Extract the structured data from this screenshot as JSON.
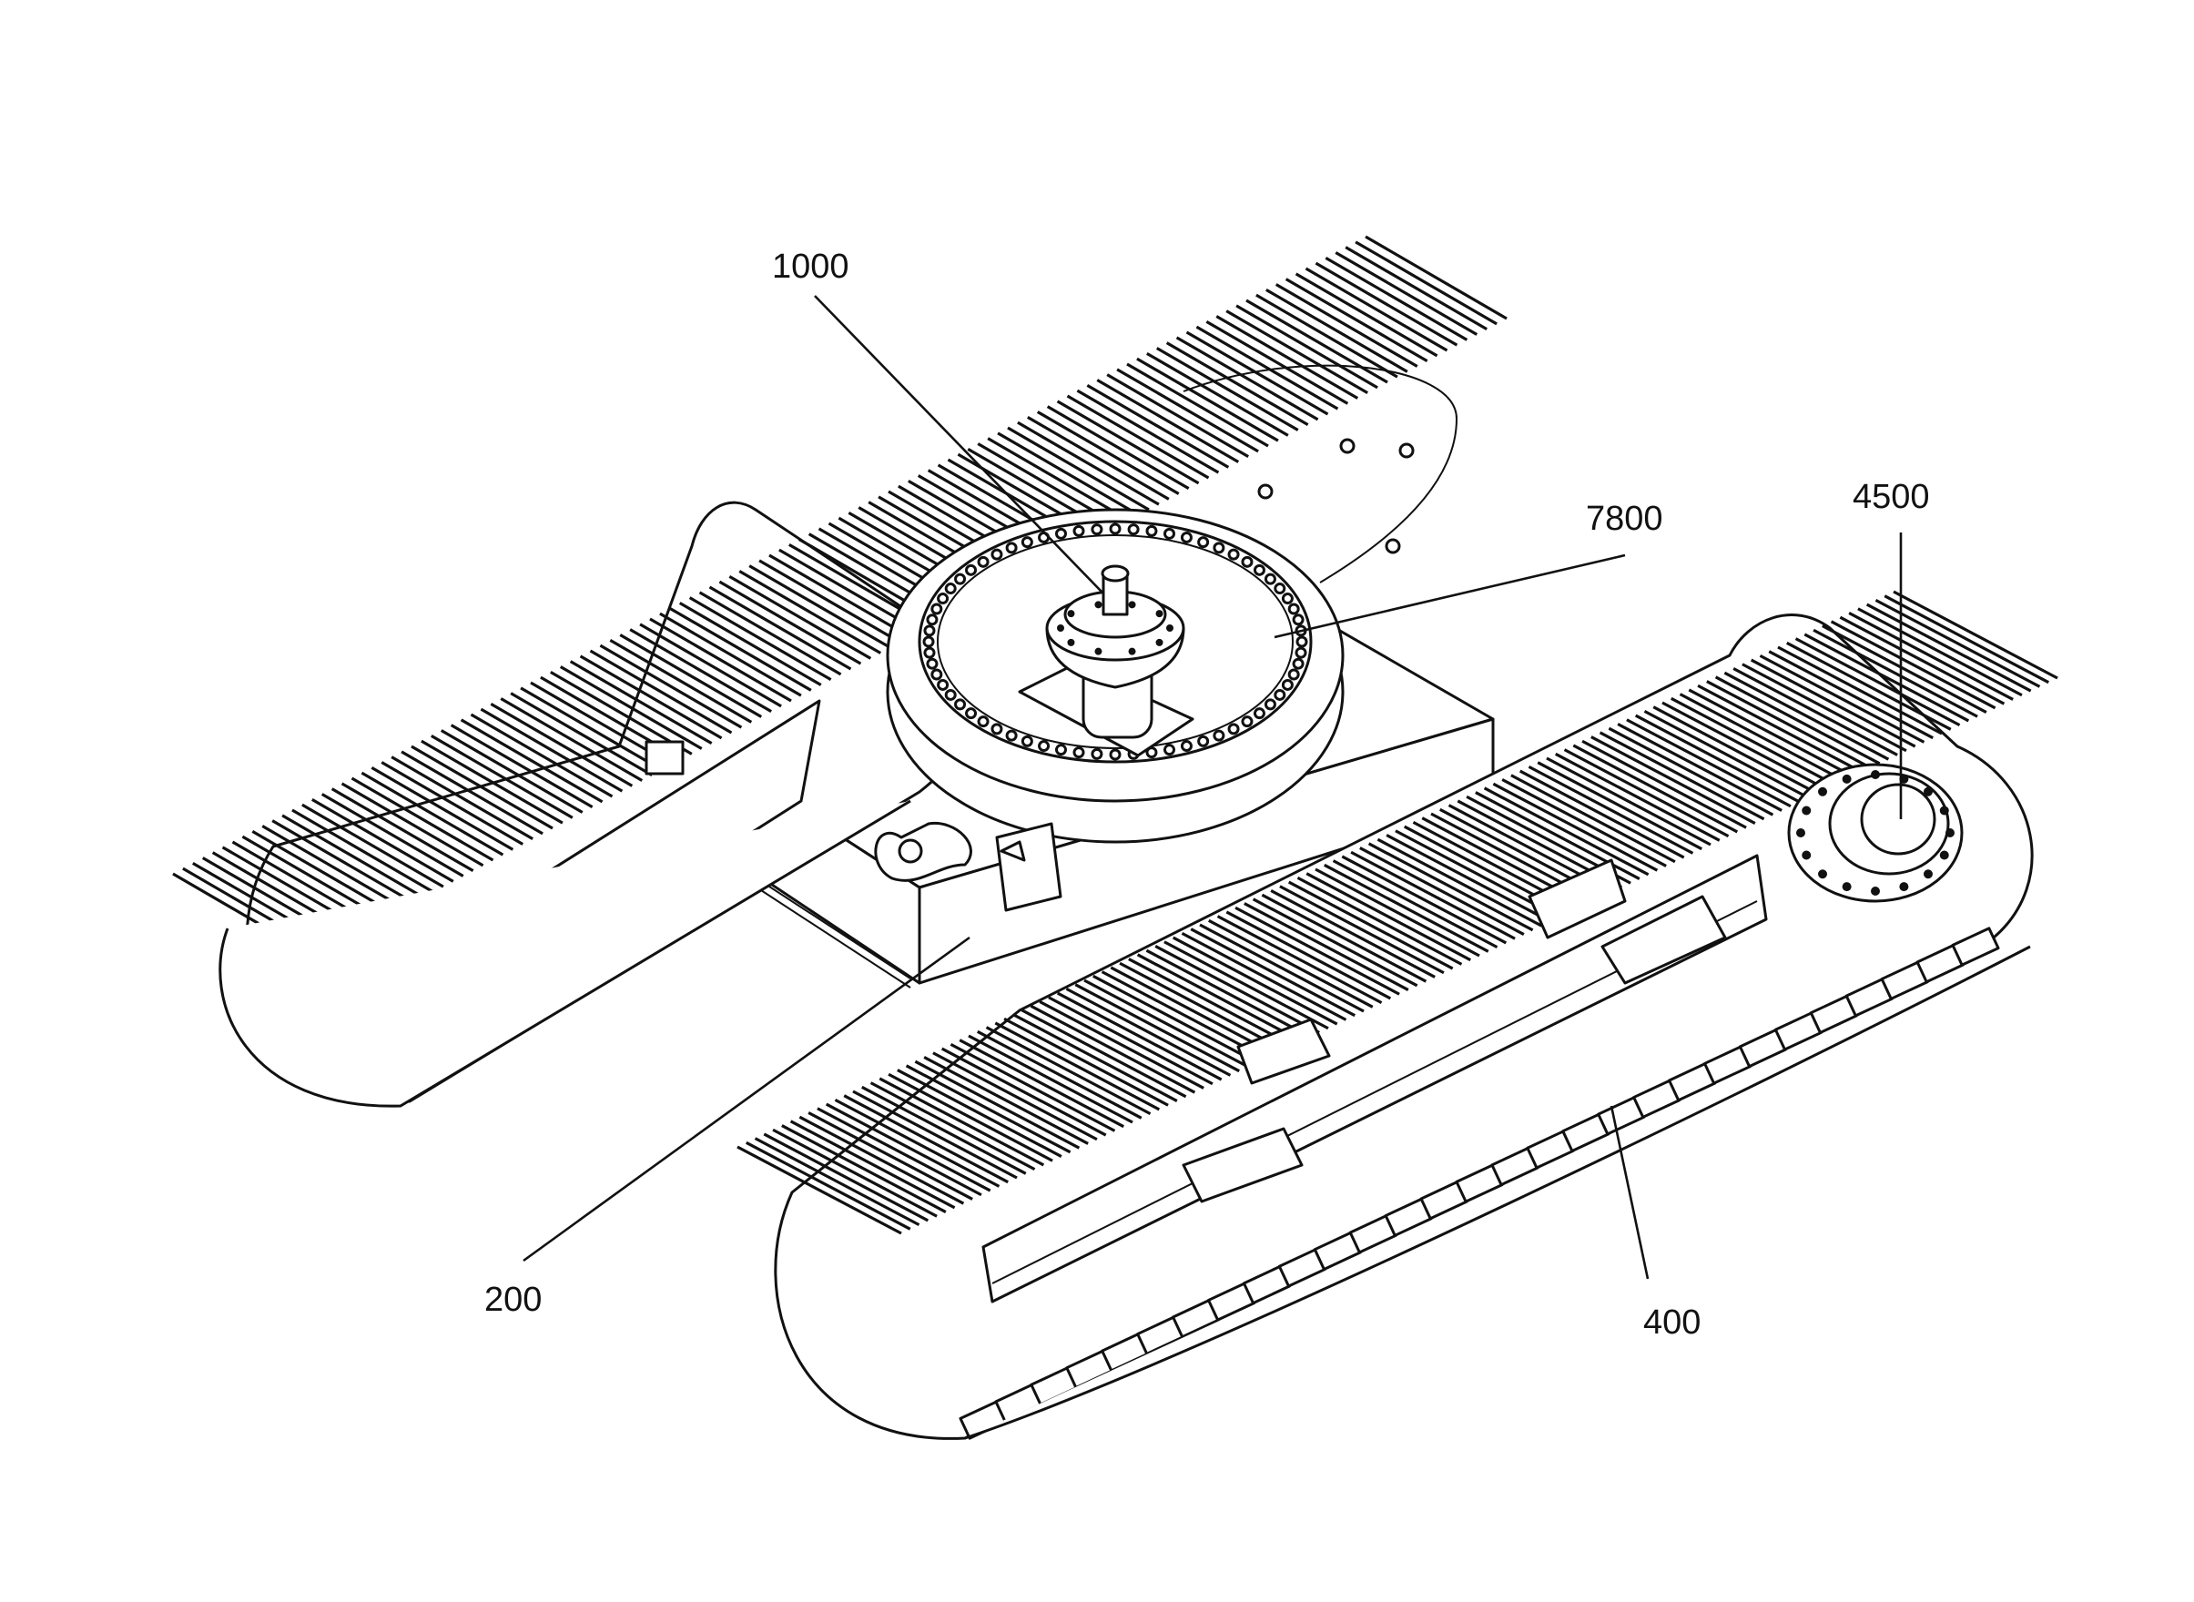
{
  "figure": {
    "labels": [
      {
        "id": "frame",
        "text": "200"
      },
      {
        "id": "crawler",
        "text": "400"
      },
      {
        "id": "swivel",
        "text": "1000"
      },
      {
        "id": "drive",
        "text": "4500"
      },
      {
        "id": "bearing",
        "text": "7800"
      }
    ]
  },
  "colors": {
    "ink": "#111111",
    "paper": "#ffffff"
  }
}
